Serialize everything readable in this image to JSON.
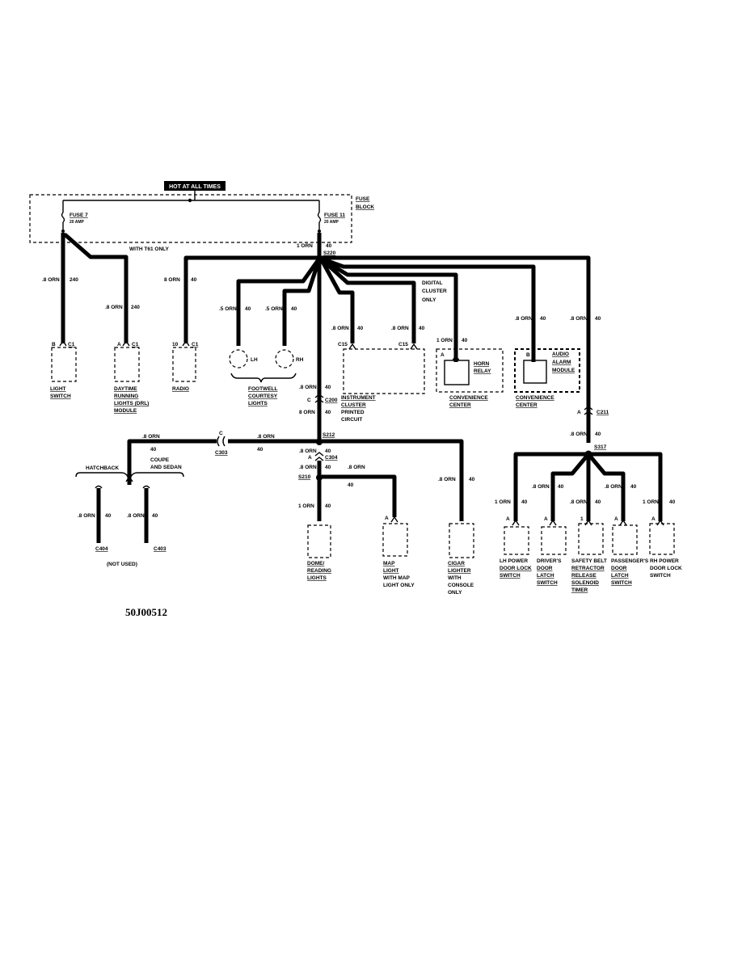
{
  "hot_at_all_times": "HOT AT ALL TIMES",
  "fuse_block": [
    "FUSE",
    "BLOCK"
  ],
  "fuse7": {
    "name": "FUSE 7",
    "rating": "20 AMP"
  },
  "fuse11": {
    "name": "FUSE 11",
    "rating": "20 AMP"
  },
  "with_t61": "WITH T61 ONLY",
  "splices": {
    "s220": "S220",
    "s212": "S212",
    "s210": "S210",
    "s317": "S317"
  },
  "connectors": {
    "c200": "C200",
    "c211": "C211",
    "c303": "C303",
    "c304": "C304",
    "c404": "C404",
    "c403": "C403",
    "c1": "C1",
    "c15": "C15"
  },
  "pins": {
    "a": "A",
    "b": "B",
    "c": "C",
    "ten": "10",
    "one": "1"
  },
  "wires": {
    "orn_8": ".8 ORN",
    "orn_5": ".5 ORN",
    "orn_1": "1 ORN",
    "orn_80": "8 ORN",
    "c240": "240",
    "c40": "40"
  },
  "components": {
    "light_switch": [
      "LIGHT",
      "SWITCH"
    ],
    "drl": [
      "DAYTIME",
      "RUNNING",
      "LIGHTS (DRL)",
      "MODULE"
    ],
    "radio": "RADIO",
    "lh": "LH",
    "rh": "RH",
    "footwell": [
      "FOOTWELL",
      "COURTESY",
      "LIGHTS"
    ],
    "digital_cluster": [
      "DIGITAL",
      "CLUSTER",
      "ONLY"
    ],
    "instrument": [
      "INSTRUMENT",
      "CLUSTER",
      "PRINTED",
      "CIRCUIT"
    ],
    "horn_relay": [
      "HORN",
      "RELAY"
    ],
    "convenience_center": [
      "CONVENIENCE",
      "CENTER"
    ],
    "audio_alarm": [
      "AUDIO",
      "ALARM",
      "MODULE"
    ],
    "hatchback": "HATCHBACK",
    "coupe_sedan": [
      "COUPE",
      "AND SEDAN"
    ],
    "not_used": "(NOT USED)",
    "dome": [
      "DOME/",
      "READING",
      "LIGHTS"
    ],
    "map": [
      "MAP",
      "LIGHT",
      "WITH MAP",
      "LIGHT ONLY"
    ],
    "cigar": [
      "CIGAR",
      "LIGHTER",
      "WITH",
      "CONSOLE",
      "ONLY"
    ],
    "lh_door_lock": [
      "LH POWER",
      "DOOR LOCK",
      "SWITCH"
    ],
    "drivers_latch": [
      "DRIVER'S",
      "DOOR",
      "LATCH",
      "SWITCH"
    ],
    "safety_belt": [
      "SAFETY BELT",
      "RETRACTOR",
      "RELEASE",
      "SOLENOID",
      "TIMER"
    ],
    "pass_latch": [
      "PASSENGER'S",
      "DOOR",
      "LATCH",
      "SWITCH"
    ],
    "rh_door_lock": [
      "RH POWER",
      "DOOR LOCK",
      "SWITCH"
    ]
  },
  "figure_code": "50J00512"
}
